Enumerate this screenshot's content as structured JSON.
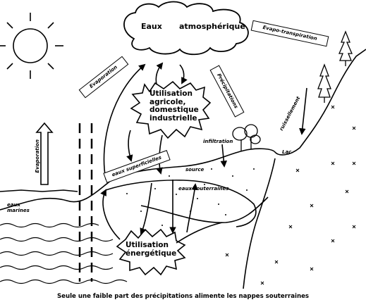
{
  "labels": {
    "eaux": "Eaux",
    "atmospherique": "atmosphérique",
    "evapo_transpiration": "Evapo-transpiration",
    "evaporation_top": "Evaporation",
    "evaporation_left": "Evaporation",
    "precipitations": "Précipitations",
    "ruissellement": "ruissellement",
    "utilisation_agricole": "Utilisation\nagricole,\ndomestique\nindustrielle",
    "infiltration": "infiltration",
    "lac": "Lac",
    "eaux_superficielles": "eaux superficielles",
    "source": "source",
    "eaux_souterraines": "eaux souterraines",
    "eaux_marines": "eaux\nmarines",
    "utilisation_energetique": "Utilisation\nénergétique"
  },
  "caption": "Seule une faible part des précipitations alimente les nappes souterraines"
}
